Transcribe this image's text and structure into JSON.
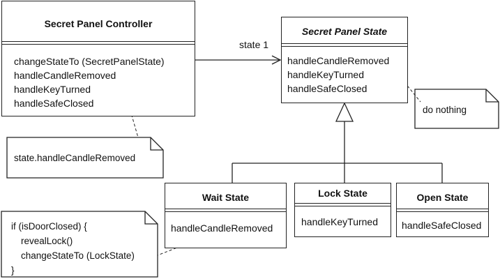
{
  "controller": {
    "name": "Secret Panel Controller",
    "ops": [
      "changeStateTo (SecretPanelState)",
      "handleCandleRemoved",
      "handleKeyTurned",
      "handleSafeClosed"
    ]
  },
  "state": {
    "name": "Secret Panel State",
    "ops": [
      "handleCandleRemoved",
      "handleKeyTurned",
      "handleSafeClosed"
    ]
  },
  "association_label": "state 1",
  "subclasses": {
    "wait": {
      "name": "Wait State",
      "ops": [
        "handleCandleRemoved"
      ]
    },
    "lock": {
      "name": "Lock State",
      "ops": [
        "handleKeyTurned"
      ]
    },
    "open": {
      "name": "Open State",
      "ops": [
        "handleSafeClosed"
      ]
    }
  },
  "notes": {
    "controller_note": "state.handleCandleRemoved",
    "state_note": "do nothing",
    "wait_note": [
      "if (isDoorClosed) {",
      "revealLock()",
      "changeStateTo (LockState)",
      "}"
    ]
  }
}
